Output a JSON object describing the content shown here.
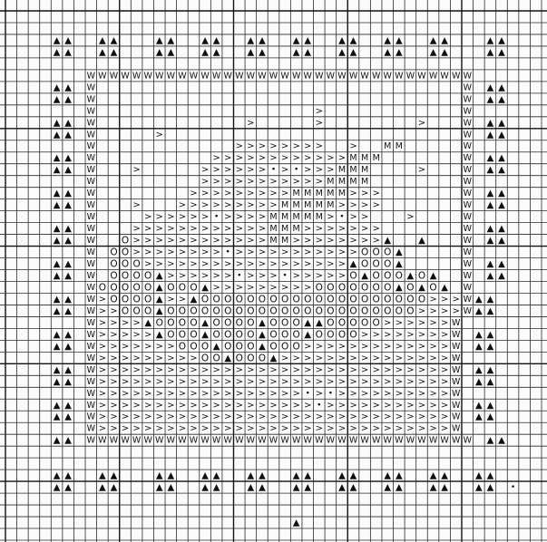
{
  "chart_data": {
    "type": "table",
    "title": "",
    "symbols": {
      "A": "▲",
      "W": "W",
      ">": ">",
      "O": "O",
      "M": "M",
      ".": "•"
    },
    "colors": {
      "paper": "#fbfbfb",
      "grid": "#2b2b2b",
      "grid_major": "#111111",
      "symbol": "#111111"
    },
    "columns": 47,
    "rows": 45,
    "grid_rows": [
      "                                               ",
      "                                               ",
      "    AA  AA   AA  AA  AA  AA  AA  AA  AA   AA   ",
      "    AA  AA   AA  AA  AA  AA  AA  AA  AA   AA   ",
      "                                               ",
      "       WWWWWWWWWWWWWWWWWWWWWWWWWWWWWWWWWW      ",
      "    AA W                                W AA   ",
      "    AA W                                W AA   ",
      "       W                   >            W      ",
      "    AA W             >     >        >   W AA   ",
      "    AA W     >                          W AA   ",
      "       W            >>>>>>>>  >  MM     W      ",
      "    AA W          >>>>>>>>>>>>MMM       W AA   ",
      "    AA W   >     >>>>>>.>.>>>MMM    >   W AA   ",
      "       W         >>>>>>>>>>>MMMM        W      ",
      "    AA W        >>>>>>>>>MMMMM>>>       W AA   ",
      "    AA W   >   >>>>>>>>>MMMMM>>>>       W AA   ",
      "       W    >>>>>>.>>>>MMMMM>.>>   >    W      ",
      "    AA W   >>>>>>>>>>>>MMM>>>>>>>       W AA   ",
      "    AA W  O>>>>>>>>>>>>MM>>>>>>>>A  A   W AA   ",
      "       W OO>>>>>>>>.>>>>>>>>>>>OOOA     W      ",
      "    AA W OOO>>>>>>>>>>>>>>>>>>AOOOA     W AA   ",
      "    AA W OOOOA>>>>>>.>>>.>>>>>OAOOOAOA  W AA   ",
      "       WOOOOOAOOOA>>>>>>>>>OOOOOOOAOAOA W      ",
      "    AA W>OOOOA>>AOOOOOOOOOOOOOOOOOOOO>>>WAA   ",
      "    AA W>>OOOAOOOOOOOOOOOOOOOOOOOOOO>>>>WAA   ",
      "       W>>>>AOOOOAOOOOAOOOAAOOOOO>>>>>>W      ",
      "    AA W>>>>>AOOOAOOOOAOOOAOOOO>>>>>>>>W AA   ",
      "    AA W>>>>>>>OOOAOOOAOOO>>>>>>>>>>>>>W AA   ",
      "       W>>>>>>>>>OOAOOOA>>>>>>>>>>>>>>>W      ",
      "    AA W>>>>>>>>>>>>>>>>>>>>>>>>>>>>>>>W AA   ",
      "    AA W>>>>>>>>>>>>>>>>>>>>>>>>>>>>>>>W AA   ",
      "       W>>>>>>>>>>>>>>>>>>.>.>>>>>>>>>>W      ",
      "    AA W>>>>>>>>>>>>>>>>>>>.>>>>>>>>>>>W AA   ",
      "    AA W>>>>>>>>>>>>>>>>>>>>>>>>>>>>>>>W AA   ",
      "       W>>>>>>>>>>>>>>>>>>>>>>>>>>>>>>>W      ",
      "    AA WWWWWWWWWWWWWWWWWWWWWWWWWWWWWWWWWW AA   ",
      "                                               ",
      "                                               ",
      "    AA  AA   AA  AA  AA  AA  AA  AA  AA  AA    ",
      "    AA  AA   AA  AA  AA  AA  AA  AA  AA  AA .  ",
      "                                               ",
      "                                               ",
      "                         A                     ",
      "                                               "
    ]
  }
}
